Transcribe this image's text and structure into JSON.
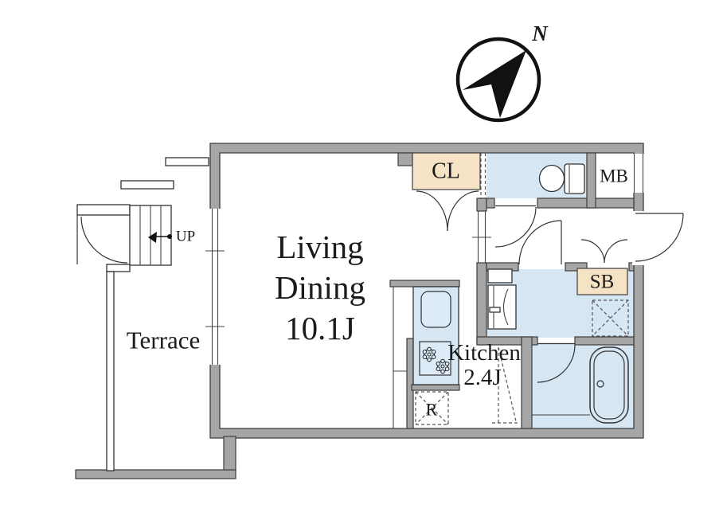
{
  "title": "apartment-floor-plan",
  "labels": {
    "living_dining_line1": "Living",
    "living_dining_line2": "Dining",
    "living_dining_size": "10.1J",
    "kitchen_name": "Kitchen",
    "kitchen_size": "2.4J",
    "terrace": "Terrace",
    "closet": "CL",
    "meter_box": "MB",
    "shoe_box": "SB",
    "refrigerator": "R",
    "stairs_direction": "UP",
    "compass_north": "N"
  },
  "colors": {
    "wall_gray": "#a6a6a6",
    "room_blue": "#d6e6f3",
    "closet_tan": "#f6e2c4",
    "outline": "#3d3d3d",
    "text": "#1b1b1b"
  }
}
